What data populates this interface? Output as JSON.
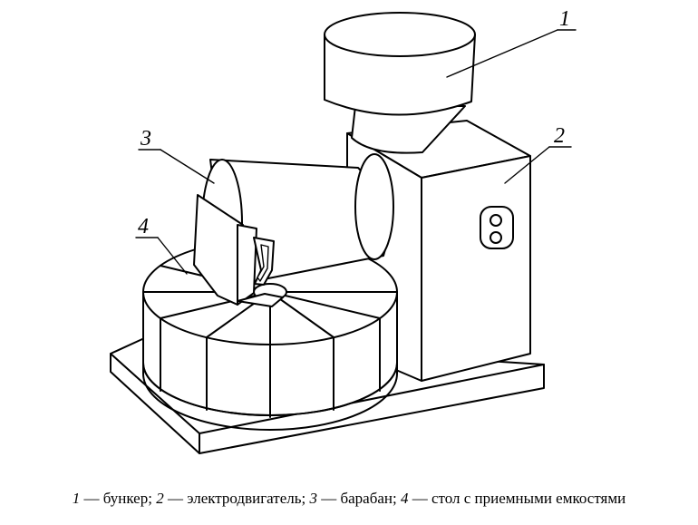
{
  "diagram": {
    "callouts": [
      {
        "number": "1",
        "part": "hopper"
      },
      {
        "number": "2",
        "part": "motor-housing"
      },
      {
        "number": "3",
        "part": "drum"
      },
      {
        "number": "4",
        "part": "table"
      }
    ]
  },
  "caption": {
    "items": [
      {
        "number": "1",
        "text": "бункер"
      },
      {
        "number": "2",
        "text": "электродвигатель"
      },
      {
        "number": "3",
        "text": "барабан"
      },
      {
        "number": "4",
        "text": "стол с приемными емкостями"
      }
    ],
    "dash": " — ",
    "separator": "; "
  }
}
